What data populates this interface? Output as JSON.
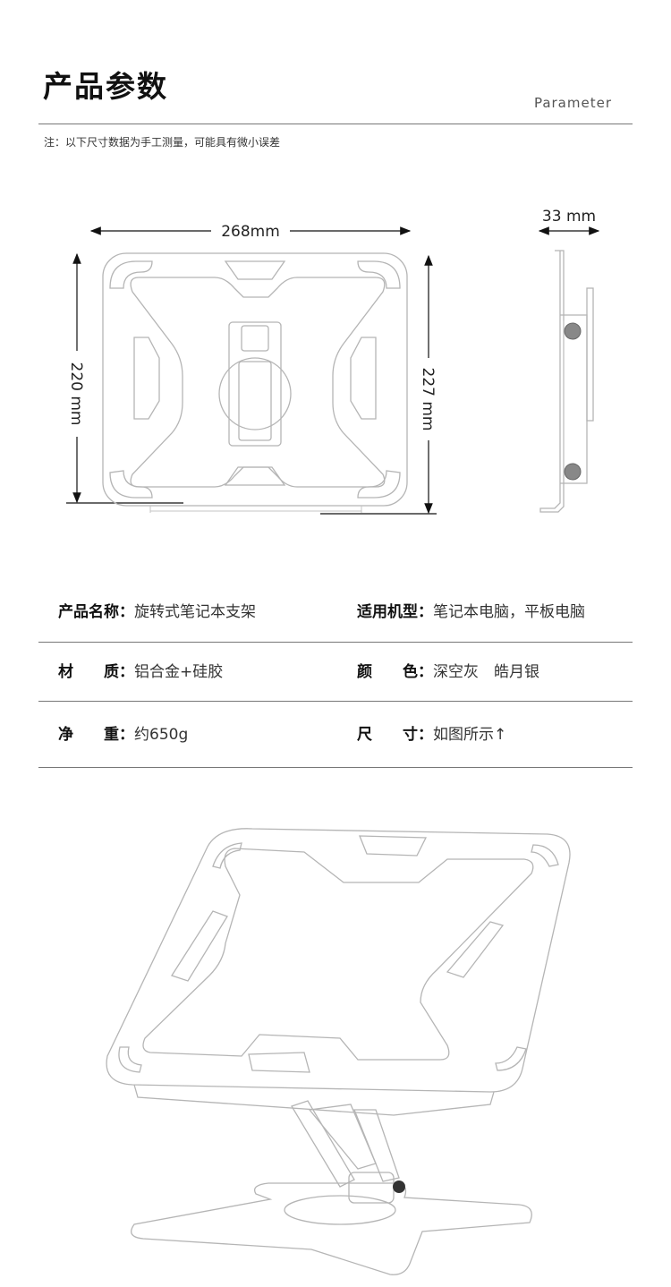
{
  "header": {
    "title": "产品参数",
    "subtitle": "Parameter"
  },
  "note": "注：以下尺寸数据为手工测量，可能具有微小误差",
  "dimensions": {
    "width": "268mm",
    "height_left": "220 mm",
    "height_right": "227 mm",
    "depth": "33 mm"
  },
  "specs": [
    [
      {
        "label": "产品名称：",
        "value": "旋转式笔记本支架"
      },
      {
        "label": "适用机型：",
        "value": "笔记本电脑，平板电脑"
      }
    ],
    [
      {
        "label": "材　　质：",
        "value": "铝合金+硅胶"
      },
      {
        "label": "颜　　色：",
        "value": "深空灰　皓月银"
      }
    ],
    [
      {
        "label": "净　　重：",
        "value": "约650g"
      },
      {
        "label": "尺　　寸：",
        "value": "如图所示↑"
      }
    ]
  ]
}
